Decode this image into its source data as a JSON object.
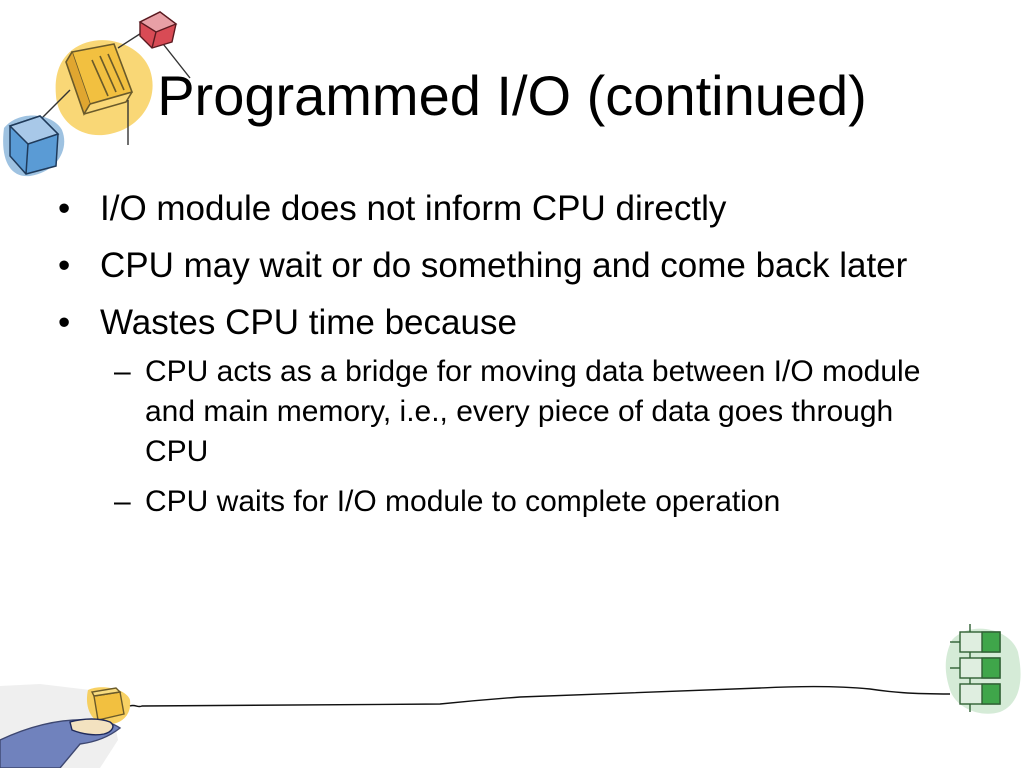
{
  "slide": {
    "title": "Programmed I/O (continued)",
    "bullet_symbol": "•",
    "dash_symbol": "–",
    "bullets": [
      {
        "text": "I/O module does not inform CPU directly"
      },
      {
        "text": "CPU may wait or do something and come back later"
      },
      {
        "text": "Wastes CPU time because",
        "sub": [
          {
            "text": "CPU acts as a bridge for moving data between I/O module and main memory, i.e., every piece of data goes through CPU"
          },
          {
            "text": "CPU waits for I/O module to complete operation"
          }
        ]
      }
    ]
  },
  "colors": {
    "text": "#000000",
    "background": "#ffffff",
    "accent_yellow": "#f7c948",
    "accent_blue": "#4f8fc9",
    "accent_red": "#cc3344",
    "accent_green": "#3fa64a"
  },
  "icons": [
    "network-cubes-illustration",
    "hand-holding-box-illustration",
    "stacked-boxes-illustration",
    "hand-drawn-line"
  ]
}
